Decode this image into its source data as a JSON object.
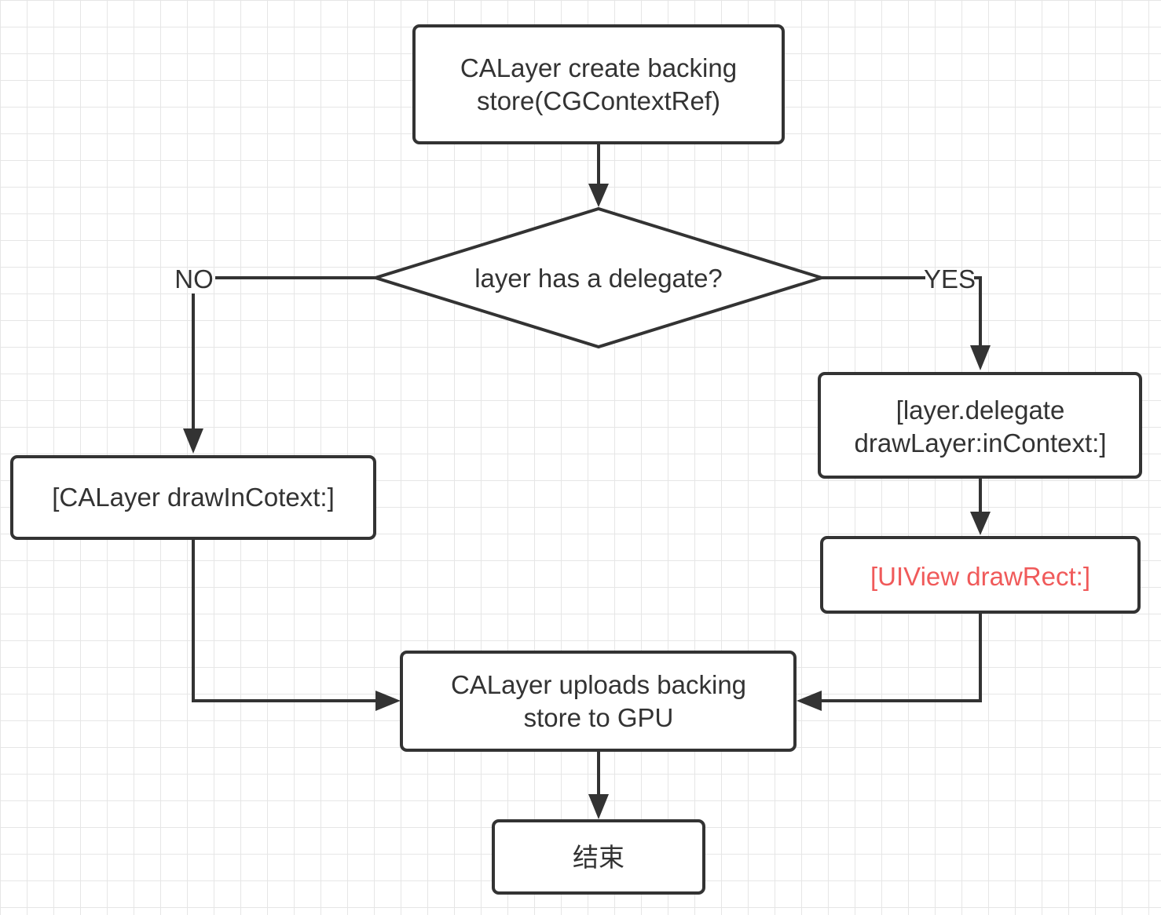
{
  "colors": {
    "stroke": "#333333",
    "text": "#333333",
    "highlight_text": "#f05a5a",
    "grid": "#e6e6e6",
    "background": "#ffffff"
  },
  "nodes": {
    "create_backing_store": {
      "lines": [
        "CALayer create backing",
        "store(CGContextRef)"
      ]
    },
    "has_delegate": {
      "lines": [
        "layer has a delegate?"
      ]
    },
    "draw_in_context": {
      "lines": [
        "[CALayer drawInCotext:]"
      ]
    },
    "delegate_draw_layer": {
      "lines": [
        "[layer.delegate",
        "drawLayer:inContext:]"
      ]
    },
    "uiview_draw_rect": {
      "lines": [
        "[UIView drawRect:]"
      ]
    },
    "upload_backing_store": {
      "lines": [
        "CALayer uploads backing",
        "store to GPU"
      ]
    },
    "end": {
      "lines": [
        "结束"
      ]
    }
  },
  "edge_labels": {
    "no": "NO",
    "yes": "YES"
  }
}
